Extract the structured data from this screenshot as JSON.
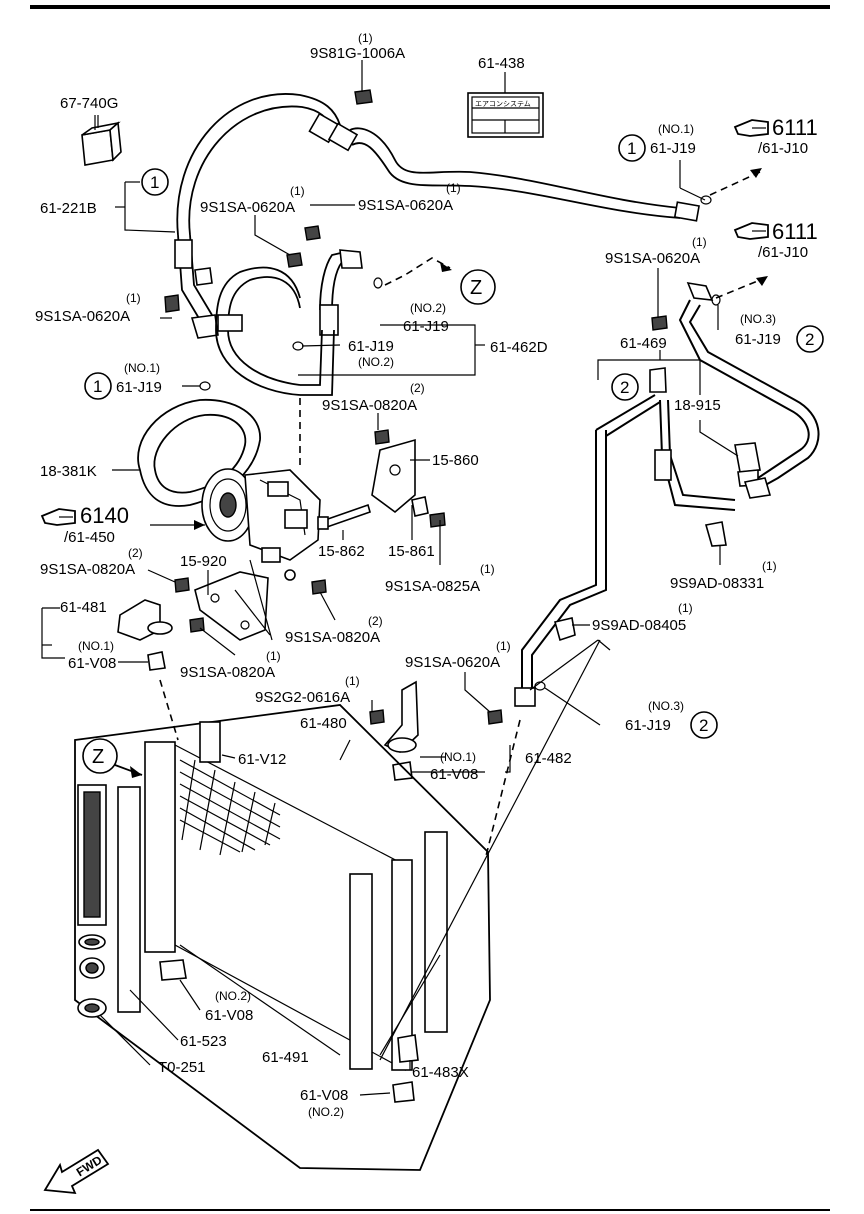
{
  "labels": {
    "p_9s81g": "9S81G-1006A",
    "q_9s81g": "(1)",
    "p_61438": "61-438",
    "label_text": "エアコンシステム",
    "p_67740g": "67-740G",
    "p_61221b": "61-221B",
    "p_9s1sa_a": "9S1SA-0620A",
    "q_9s1sa_a": "(1)",
    "p_9s1sa_b": "9S1SA-0620A",
    "q_9s1sa_b": "(1)",
    "p_9s1sa_c": "9S1SA-0620A",
    "q_9s1sa_c": "(1)",
    "p_9s1sa_d": "9S1SA-0620A",
    "q_9s1sa_d": "(1)",
    "p_6111_a": "6111",
    "p_61j10_a": "/61-J10",
    "p_6111_b": "6111",
    "p_61j10_b": "/61-J10",
    "no1_a": "(NO.1)",
    "p_61j19_a": "61-J19",
    "no2_a": "(NO.2)",
    "p_61j19_b": "61-J19",
    "p_61j19_c": "61-J19",
    "no2_b": "(NO.2)",
    "p_61462d": "61-462D",
    "no3_a": "(NO.3)",
    "p_61j19_d": "61-J19",
    "p_61469": "61-469",
    "no1_b": "(NO.1)",
    "p_61j19_e": "61-J19",
    "p_18915": "18-915",
    "p_9s1sa_0820a_a": "9S1SA-0820A",
    "q_9s1sa_0820a_a": "(2)",
    "p_15860": "15-860",
    "p_18381k": "18-381K",
    "p_6140": "6140",
    "p_61450": "/61-450",
    "p_15862": "15-862",
    "p_15861": "15-861",
    "p_9s1sa_0825a": "9S1SA-0825A",
    "q_9s1sa_0825a": "(1)",
    "p_9s9ad_08331": "9S9AD-08331",
    "q_9s9ad_08331": "(1)",
    "p_9s1sa_0820a_b": "9S1SA-0820A",
    "q_9s1sa_0820a_b": "(2)",
    "p_15920": "15-920",
    "p_61481": "61-481",
    "no1_c": "(NO.1)",
    "p_61v08_a": "61-V08",
    "p_9s1sa_0820a_c": "9S1SA-0820A",
    "q_9s1sa_0820a_c": "(2)",
    "p_9s1sa_0820a_d": "9S1SA-0820A",
    "q_9s1sa_0820a_d": "(1)",
    "p_9s9ad_08405": "9S9AD-08405",
    "q_9s9ad_08405": "(1)",
    "p_9s1sa_0620a_e": "9S1SA-0620A",
    "q_9s1sa_0620a_e": "(1)",
    "p_9s2g2": "9S2G2-0616A",
    "q_9s2g2": "(1)",
    "p_61480": "61-480",
    "p_61v12": "61-V12",
    "no3_b": "(NO.3)",
    "p_61j19_f": "61-J19",
    "no1_d": "(NO.1)",
    "p_61v08_b": "61-V08",
    "p_61482": "61-482",
    "no2_c": "(NO.2)",
    "p_61v08_c": "61-V08",
    "p_61523": "61-523",
    "p_61491": "61-491",
    "p_61483x": "61-483X",
    "p_t0251": "T0-251",
    "p_61v08_d": "61-V08",
    "no2_d": "(NO.2)",
    "fwd": "FWD"
  },
  "callouts": {
    "c1": "1",
    "c2": "2",
    "cz": "Z"
  }
}
